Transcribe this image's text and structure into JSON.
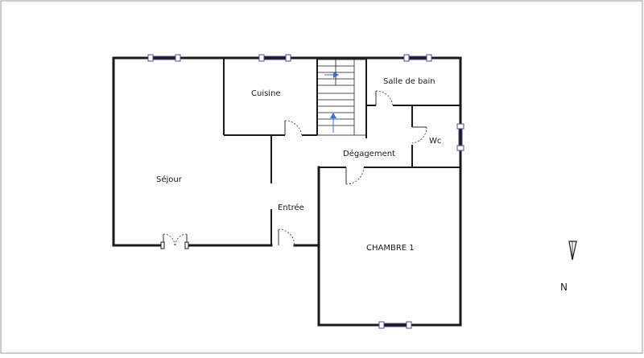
{
  "plan": {
    "rooms": {
      "sejour": "Séjour",
      "cuisine": "Cuisine",
      "salle_de_bain": "Salle de bain",
      "wc": "Wc",
      "degagement": "Dégagement",
      "entree": "Entrée",
      "chambre1": "CHAMBRE 1"
    },
    "compass": {
      "label": "N",
      "icon": "north-arrow-icon"
    }
  }
}
